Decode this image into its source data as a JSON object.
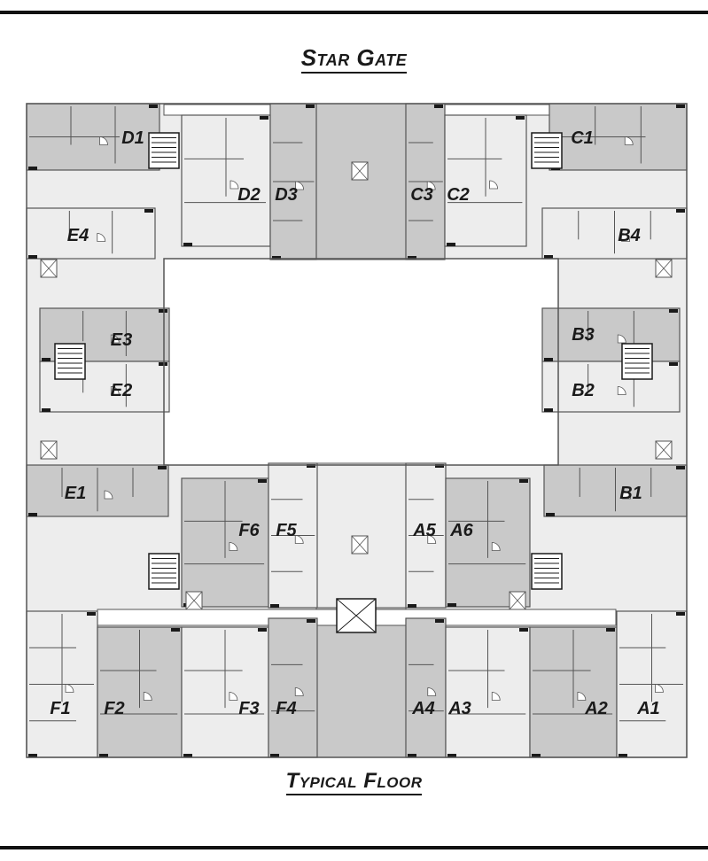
{
  "header": {
    "title": "Star Gate"
  },
  "footer": {
    "caption": "Typical Floor"
  },
  "colors": {
    "shaded": "#c9c9c9",
    "light": "#ededed",
    "wall": "#1a1a1a",
    "line": "#555555"
  },
  "units": [
    {
      "id": "d1",
      "label": "D1",
      "shade": "shaded"
    },
    {
      "id": "d2",
      "label": "D2",
      "shade": "light"
    },
    {
      "id": "d3",
      "label": "D3",
      "shade": "shaded"
    },
    {
      "id": "c3",
      "label": "C3",
      "shade": "shaded"
    },
    {
      "id": "c2",
      "label": "C2",
      "shade": "light"
    },
    {
      "id": "c1",
      "label": "C1",
      "shade": "shaded"
    },
    {
      "id": "e4",
      "label": "E4",
      "shade": "light"
    },
    {
      "id": "b4",
      "label": "B4",
      "shade": "light"
    },
    {
      "id": "e3",
      "label": "E3",
      "shade": "shaded"
    },
    {
      "id": "b3",
      "label": "B3",
      "shade": "shaded"
    },
    {
      "id": "e2",
      "label": "E2",
      "shade": "light"
    },
    {
      "id": "b2",
      "label": "B2",
      "shade": "light"
    },
    {
      "id": "e1",
      "label": "E1",
      "shade": "shaded"
    },
    {
      "id": "b1",
      "label": "B1",
      "shade": "shaded"
    },
    {
      "id": "f6",
      "label": "F6",
      "shade": "shaded"
    },
    {
      "id": "f5",
      "label": "F5",
      "shade": "light"
    },
    {
      "id": "a5",
      "label": "A5",
      "shade": "light"
    },
    {
      "id": "a6",
      "label": "A6",
      "shade": "shaded"
    },
    {
      "id": "f1",
      "label": "F1",
      "shade": "light"
    },
    {
      "id": "f2",
      "label": "F2",
      "shade": "shaded"
    },
    {
      "id": "f3",
      "label": "F3",
      "shade": "light"
    },
    {
      "id": "f4",
      "label": "F4",
      "shade": "shaded"
    },
    {
      "id": "a4",
      "label": "A4",
      "shade": "shaded"
    },
    {
      "id": "a3",
      "label": "A3",
      "shade": "light"
    },
    {
      "id": "a2",
      "label": "A2",
      "shade": "shaded"
    },
    {
      "id": "a1",
      "label": "A1",
      "shade": "light"
    }
  ]
}
